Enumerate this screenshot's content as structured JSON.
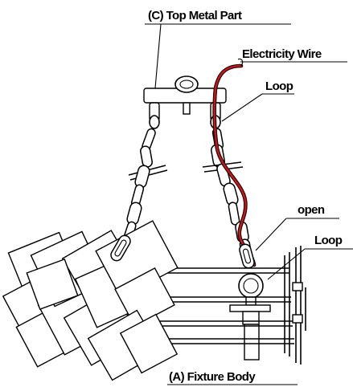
{
  "labels": {
    "top_metal_part": "(C) Top Metal Part",
    "electricity_wire": "Electricity Wire",
    "loop_top": "Loop",
    "open": "open",
    "loop_bottom": "Loop",
    "fixture_body": "(A) Fixture Body"
  },
  "colors": {
    "wire": "#c81414",
    "line": "#000000",
    "background": "#ffffff"
  }
}
